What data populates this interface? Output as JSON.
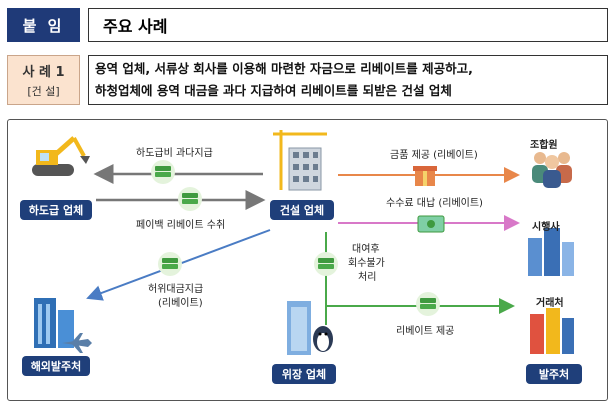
{
  "header": {
    "tag": "붙 임",
    "title": "주요 사례"
  },
  "case": {
    "label": "사 례 1",
    "sub": "[건 설]",
    "desc_line1": "용역 업체, 서류상 회사를 이용해 마련한 자금으로 리베이트를 제공하고,",
    "desc_line2": "하청업체에 용역 대금을 과다 지급하여 리베이트를 되받은 건설 업체"
  },
  "nodes": {
    "subcontractor": "하도급 업체",
    "construction": "건설 업체",
    "overseas_client": "해외발주처",
    "disguised": "위장 업체",
    "client": "발주처",
    "union": "조합원",
    "developer": "시행사",
    "partner": "거래처"
  },
  "edges": {
    "excess_payment": "하도급비 과다지급",
    "payback": "페이백 리베이트 수취",
    "false_payment_1": "허위대금지급",
    "false_payment_2": "(리베이트)",
    "gift": "금품 제공 (리베이트)",
    "fee_loan": "수수료 대납 (리베이트)",
    "lend_1": "대여후",
    "lend_2": "회수불가",
    "lend_3": "처리",
    "rebate": "리베이트 제공"
  },
  "colors": {
    "header_navy": "#1f3a78",
    "node_navy": "#1f3f7a",
    "case_bg": "#fbe3cf",
    "arrow_gray": "#777777",
    "arrow_blue": "#4a7cc4",
    "arrow_orange": "#e8874a",
    "arrow_pink": "#d878c8",
    "arrow_green": "#4aa94a"
  },
  "icons": [
    "excavator-icon",
    "skyscraper-crane-icon",
    "office-building-icon",
    "airplane-icon",
    "penguin-icon",
    "people-icon",
    "city-buildings-icon",
    "money-icon",
    "gift-icon"
  ]
}
